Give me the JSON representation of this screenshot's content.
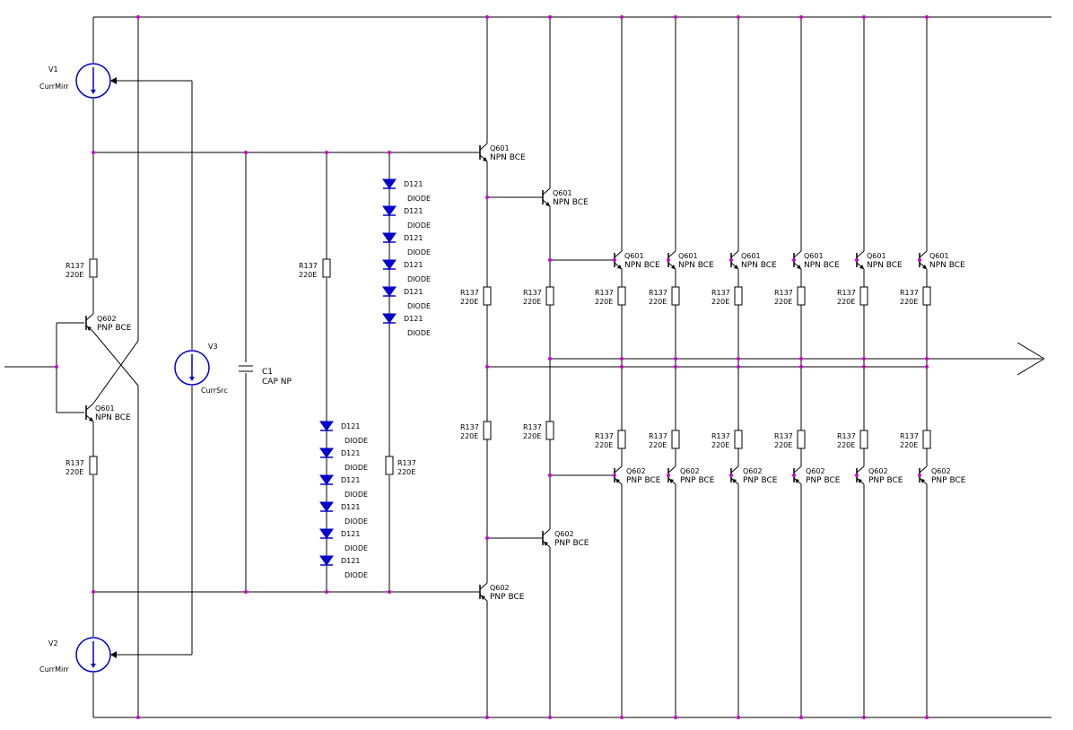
{
  "schematic": {
    "wire_color": "#000000",
    "node_color": "#cc00cc",
    "diode_color": "#0000cc",
    "source_color": "#0000cc",
    "sources": [
      {
        "name": "V1",
        "type": "CurrMirr"
      },
      {
        "name": "V2",
        "type": "CurrMirr"
      },
      {
        "name": "V3",
        "type": "CurrSrc"
      }
    ],
    "capacitor": {
      "name": "C1",
      "type": "CAP NP"
    },
    "resistor": {
      "name": "R137",
      "value": "220E"
    },
    "diode": {
      "name": "D121",
      "type": "DIODE"
    },
    "npn": {
      "name": "Q601",
      "type": "NPN BCE"
    },
    "pnp": {
      "name": "Q602",
      "type": "PNP BCE"
    }
  }
}
